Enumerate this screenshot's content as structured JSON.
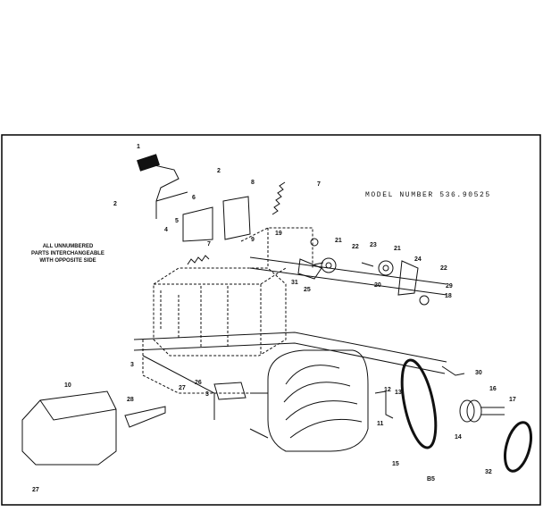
{
  "model": {
    "label": "MODEL NUMBER 536.90525"
  },
  "note": {
    "lines": [
      "ALL UNNUMBERED",
      "PARTS INTERCHANGEABLE",
      "WITH OPPOSITE SIDE"
    ]
  },
  "page_code": "B5",
  "callouts": [
    "1",
    "2",
    "2",
    "8",
    "7",
    "6",
    "5",
    "4",
    "9",
    "7",
    "10",
    "3",
    "3",
    "26",
    "27",
    "27",
    "28",
    "19",
    "21",
    "22",
    "23",
    "21",
    "24",
    "22",
    "25",
    "29",
    "18",
    "20",
    "31",
    "12",
    "13",
    "11",
    "14",
    "15",
    "16",
    "17",
    "32",
    "30"
  ]
}
